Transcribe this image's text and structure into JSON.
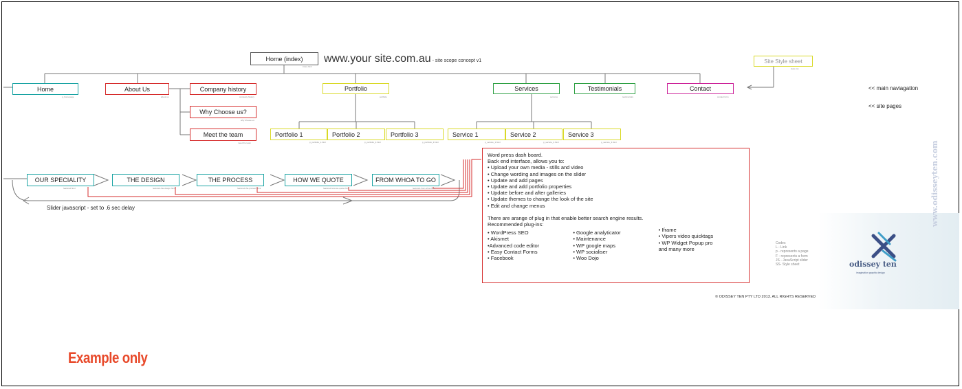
{
  "site": {
    "home_index": "Home (index)",
    "home_index_code": "index.html",
    "title": "www.your site.com.au",
    "subtitle": "- site scope concept v1"
  },
  "style_sheet": {
    "label": "Site Style sheet",
    "code": "style.css"
  },
  "main_nav": [
    {
      "label": "Home",
      "code": "p_homepage",
      "color": "#1aa3a3"
    },
    {
      "label": "About Us",
      "code": "about us",
      "color": "#d62d2d"
    },
    {
      "label": "Portfolio",
      "code": "portfolio",
      "color": "#d9d926"
    },
    {
      "label": "Services",
      "code": "services",
      "color": "#2ea043"
    },
    {
      "label": "Testimonials",
      "code": "testimonials",
      "color": "#2ea043"
    },
    {
      "label": "Contact",
      "code": "contact form",
      "color": "#cc2299"
    }
  ],
  "about_sub": [
    {
      "label": "Company history",
      "code": "company history"
    },
    {
      "label": "Why Choose us?",
      "code": "why choose us"
    },
    {
      "label": "Meet the team",
      "code": "meet the team"
    }
  ],
  "portfolio_sub": [
    {
      "label": "Portfolio 1",
      "code": "p_portfolio_1.html"
    },
    {
      "label": "Portfolio 2",
      "code": "p_portfolio_2.html"
    },
    {
      "label": "Portfolio 3",
      "code": "p_portfolio_3.html"
    }
  ],
  "services_sub": [
    {
      "label": "Service 1",
      "code": "p_service_1.html"
    },
    {
      "label": "Service 2",
      "code": "p_service_2.html"
    },
    {
      "label": "Service 3",
      "code": "p_service_3.html"
    }
  ],
  "legend_notes": {
    "main_navigation": "<< main naviagation",
    "site_pages": "<< site pages"
  },
  "slider": {
    "steps": [
      {
        "label": "OUR SPECIALITY",
        "code": "featured.html"
      },
      {
        "label": "THE DESIGN",
        "code": "featured-the-design.html"
      },
      {
        "label": "THE PROCESS",
        "code": "featured-the-process.html"
      },
      {
        "label": "HOW WE QUOTE",
        "code": "featured-how-we-quote.html"
      },
      {
        "label": "FROM WHOA TO GO",
        "code": "featured-from-whoa.html"
      }
    ],
    "note": "Slider javascript - set to .6 sec delay"
  },
  "dashboard": {
    "heading": "Word press dash board.",
    "intro": "Back end interface, allows you to:",
    "features": [
      "• Upload your own media - stills and video",
      "• Change wording and images on the slider",
      "• Update and add pages",
      "• Update and add portfolio properties",
      "• Update before and after galleries",
      "• Update themes to change the look of the site",
      "• Edit and change menus"
    ],
    "plugins_intro": "There are arange of plug in that enable better search engine results.",
    "plugins_heading": "Recommended plug-ins:",
    "plugins_col1": [
      "• WordPress SEO",
      "• Akismet",
      "•Advanced code editor",
      "• Easy Contact Forms",
      "• Facebook"
    ],
    "plugins_col2": [
      "• Google analyticator",
      "• Maintenance",
      "• WP google maps",
      "• WP socialiser",
      "• Woo Dojo"
    ],
    "plugins_col3": [
      "• Iframe",
      "• Vipers video quicktags",
      "• WP Widget Popup pro",
      "and many more"
    ]
  },
  "codes": {
    "title": "Codes",
    "items": [
      "L - Link",
      "p - represents a page",
      "F - represents a form",
      "JS - JavaScript slider",
      "SS- Style sheet"
    ]
  },
  "copyright": "© ODISSEY TEN PTY LTD 2013. ALL RIGHTS RESERVED",
  "logo": {
    "word": "odissey ten",
    "tagline": "imagination  graphic  design",
    "url": "www.odisseyten.com"
  },
  "example_label": "Example only",
  "colors": {
    "teal": "#1aa3a3",
    "red": "#d62d2d",
    "yellow": "#d9d926",
    "green": "#2ea043",
    "magenta": "#cc2299",
    "example": "#e8492a"
  }
}
